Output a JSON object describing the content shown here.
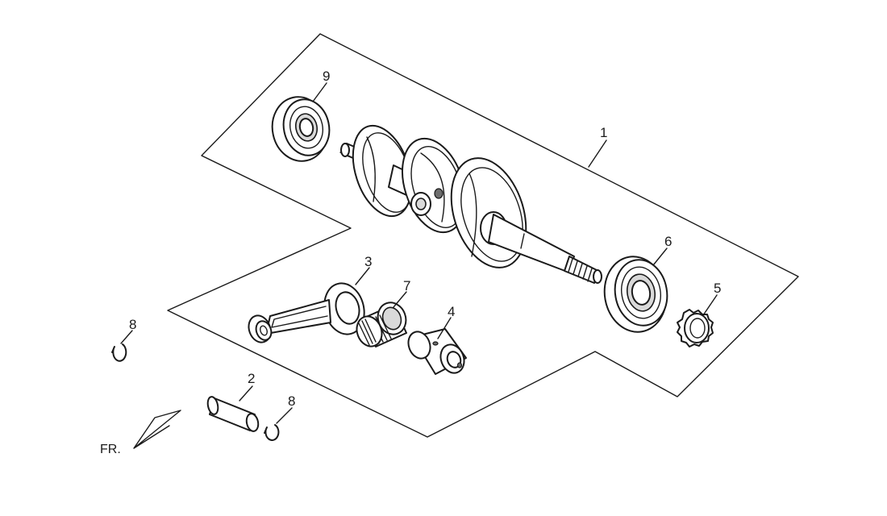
{
  "callouts": {
    "p1": "1",
    "p2": "2",
    "p3": "3",
    "p4": "4",
    "p5": "5",
    "p6": "6",
    "p7": "7",
    "p8a": "8",
    "p8b": "8",
    "p9": "9"
  },
  "front_indicator": "FR."
}
